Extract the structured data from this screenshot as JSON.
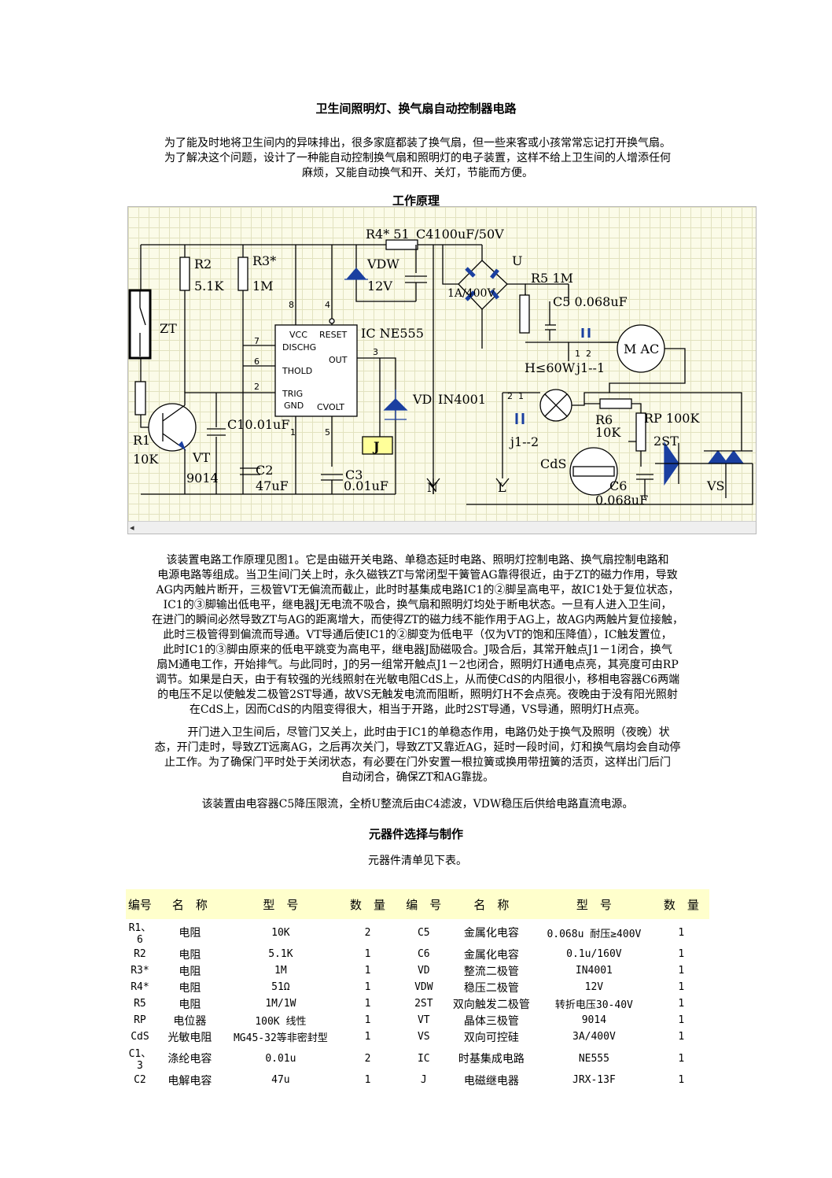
{
  "document": {
    "title": "卫生间照明灯、换气扇自动控制器电路",
    "intro": [
      "为了能及时地将卫生间内的异味排出，很多家庭都装了换气扇，但一些来客或小孩常常忘记打开换气扇。",
      "为了解决这个问题，设计了一种能自动控制换气扇和照明灯的电子装置，这样不给上卫生间的人增添任何",
      "麻烦，又能自动换气和开、关灯，节能而方便。"
    ],
    "section1_heading": "工作原理",
    "principle_para": [
      "该装置电路工作原理见图1。它是由磁开关电路、单稳态延时电路、照明灯控制电路、换气扇控制电路和",
      "电源电路等组成。当卫生间门关上时，永久磁铁ZT与常闭型干簧管AG靠得很近，由于ZT的磁力作用，导致",
      "AG内丙触片断开，三极管VT无偏流而截止，此时时基集成电路IC1的②脚呈高电平，故IC1处于复位状态，",
      "IC1的③脚输出低电平，继电器J无电流不吸合，换气扇和照明灯均处于断电状态。一旦有人进入卫生间，",
      "在进门的瞬间必然导致ZT与AG的距离增大，而使得ZT的磁力线不能作用于AG上，故AG内两触片复位接触，",
      "此时三极管得到偏流而导通。VT导通后使IC1的②脚变为低电平（仅为VT的饱和压降值），IC触发置位，",
      "此时IC1的③脚由原来的低电平跳变为高电平，继电器J励磁吸合。J吸合后，其常开触点J1－1闭合，换气",
      "扇M通电工作，开始排气。与此同时，J的另一组常开触点J1－2也闭合，照明灯H通电点亮，其亮度可由RP",
      "调节。如果是白天，由于有较强的光线照射在光敏电阻CdS上，从而使CdS的内阻很小，移相电容器C6两端",
      "的电压不足以使触发二极管2ST导通，故VS无触发电流而阻断，照明灯H不会点亮。夜晚由于没有阳光照射",
      "在CdS上，因而CdS的内阻变得很大，相当于开路，此时2ST导通，VS导通，照明灯H点亮。"
    ],
    "door_para": [
      "　　开门进入卫生间后，尽管门又关上，此时由于IC1的单稳态作用，电路仍处于换气及照明（夜晚）状",
      "态，开门走时，导致ZT远离AG，之后再次关门，导致ZT又靠近AG，延时一段时间，灯和换气扇均会自动停",
      "止工作。为了确保门平时处于关闭状态，有必要在门外安置一根拉簧或换用带扭簧的活页，这样出门后门",
      "自动闭合，确保ZT和AG靠拢。"
    ],
    "power_para": "该装置由电容器C5降压限流，全桥U整流后由C4滤波，VDW稳压后供给电路直流电源。",
    "section2_heading": "元器件选择与制作",
    "table_intro": "元器件清单见下表。"
  },
  "schematic": {
    "labels": {
      "r4": "R4* 51",
      "c4": "C4100uF/50V",
      "r2": "R2",
      "r2v": "5.1K",
      "r3": "R3*",
      "r3v": "1M",
      "pin8": "8",
      "pin4": "4",
      "vdw": "VDW",
      "vdwv": "12V",
      "u": "U",
      "r5": "R5 1M",
      "bridge": "1A/400V",
      "c5": "C5 0.068uF",
      "zt": "ZT",
      "vcc": "VCC",
      "reset": "RESET",
      "ic": "IC NE555",
      "disch": "DISCHG",
      "thold": "THOLD",
      "trig": "TRIG",
      "gnd": "GND",
      "out": "OUT",
      "cvolt": "CVOLT",
      "p7": "7",
      "p6": "6",
      "p2": "2",
      "p3": "3",
      "p1": "1",
      "p5": "5",
      "mac": "M AC",
      "h": "H≤60W",
      "j11": "j1--1",
      "j1a": "1",
      "j1b": "2",
      "c1": "C10.01uF",
      "vd": "VD",
      "in4001": "IN4001",
      "r1": "R1",
      "r1v": "10K",
      "vt": "VT",
      "vtv": "9014",
      "c2": "C2",
      "c2v": "47uF",
      "j": "J",
      "c3": "C3",
      "c3v": "0.01uF",
      "r6": "R6",
      "r6v": "10K",
      "rp": "RP 100K",
      "st": "2ST",
      "j12": "j1--2",
      "j2a": "2",
      "j2b": "1",
      "cds": "CdS",
      "c6": "C6",
      "c6v": "0.068uF",
      "vs": "VS",
      "n": "N",
      "l": "L"
    },
    "scroll_arrow": "◂"
  },
  "parts_table": {
    "headers": [
      "编号",
      "名　称",
      "型　号",
      "数　量",
      "编　号",
      "名　称",
      "型　号",
      "数　量"
    ],
    "rows": [
      [
        "R1、6",
        "电阻",
        "10K",
        "2",
        "C5",
        "金属化电容",
        "0.068u 耐压≥400V",
        "1"
      ],
      [
        "R2",
        "电阻",
        "5.1K",
        "1",
        "C6",
        "金属化电容",
        "0.1u/160V",
        "1"
      ],
      [
        "R3*",
        "电阻",
        "1M",
        "1",
        "VD",
        "整流二极管",
        "IN4001",
        "1"
      ],
      [
        "R4*",
        "电阻",
        "51Ω",
        "1",
        "VDW",
        "稳压二极管",
        "12V",
        "1"
      ],
      [
        "R5",
        "电阻",
        "1M/1W",
        "1",
        "2ST",
        "双向触发二极管",
        "转折电压30-40V",
        "1"
      ],
      [
        "RP",
        "电位器",
        "100K 线性",
        "1",
        "VT",
        "晶体三极管",
        "9014",
        "1"
      ],
      [
        "CdS",
        "光敏电阻",
        "MG45-32等非密封型",
        "1",
        "VS",
        "双向可控硅",
        "3A/400V",
        "1"
      ],
      [
        "C1、3",
        "涤纶电容",
        "0.01u",
        "2",
        "IC",
        "时基集成电路",
        "NE555",
        "1"
      ],
      [
        "C2",
        "电解电容",
        "47u",
        "1",
        "J",
        "电磁继电器",
        "JRX-13F",
        "1"
      ]
    ]
  },
  "colors": {
    "grid_bg": "#fbfbe8",
    "grid_line": "#e2e2bf",
    "diode_blue": "#1a3fa0",
    "relay_yellow": "#ffff99",
    "table_header": "#ffffcc"
  }
}
